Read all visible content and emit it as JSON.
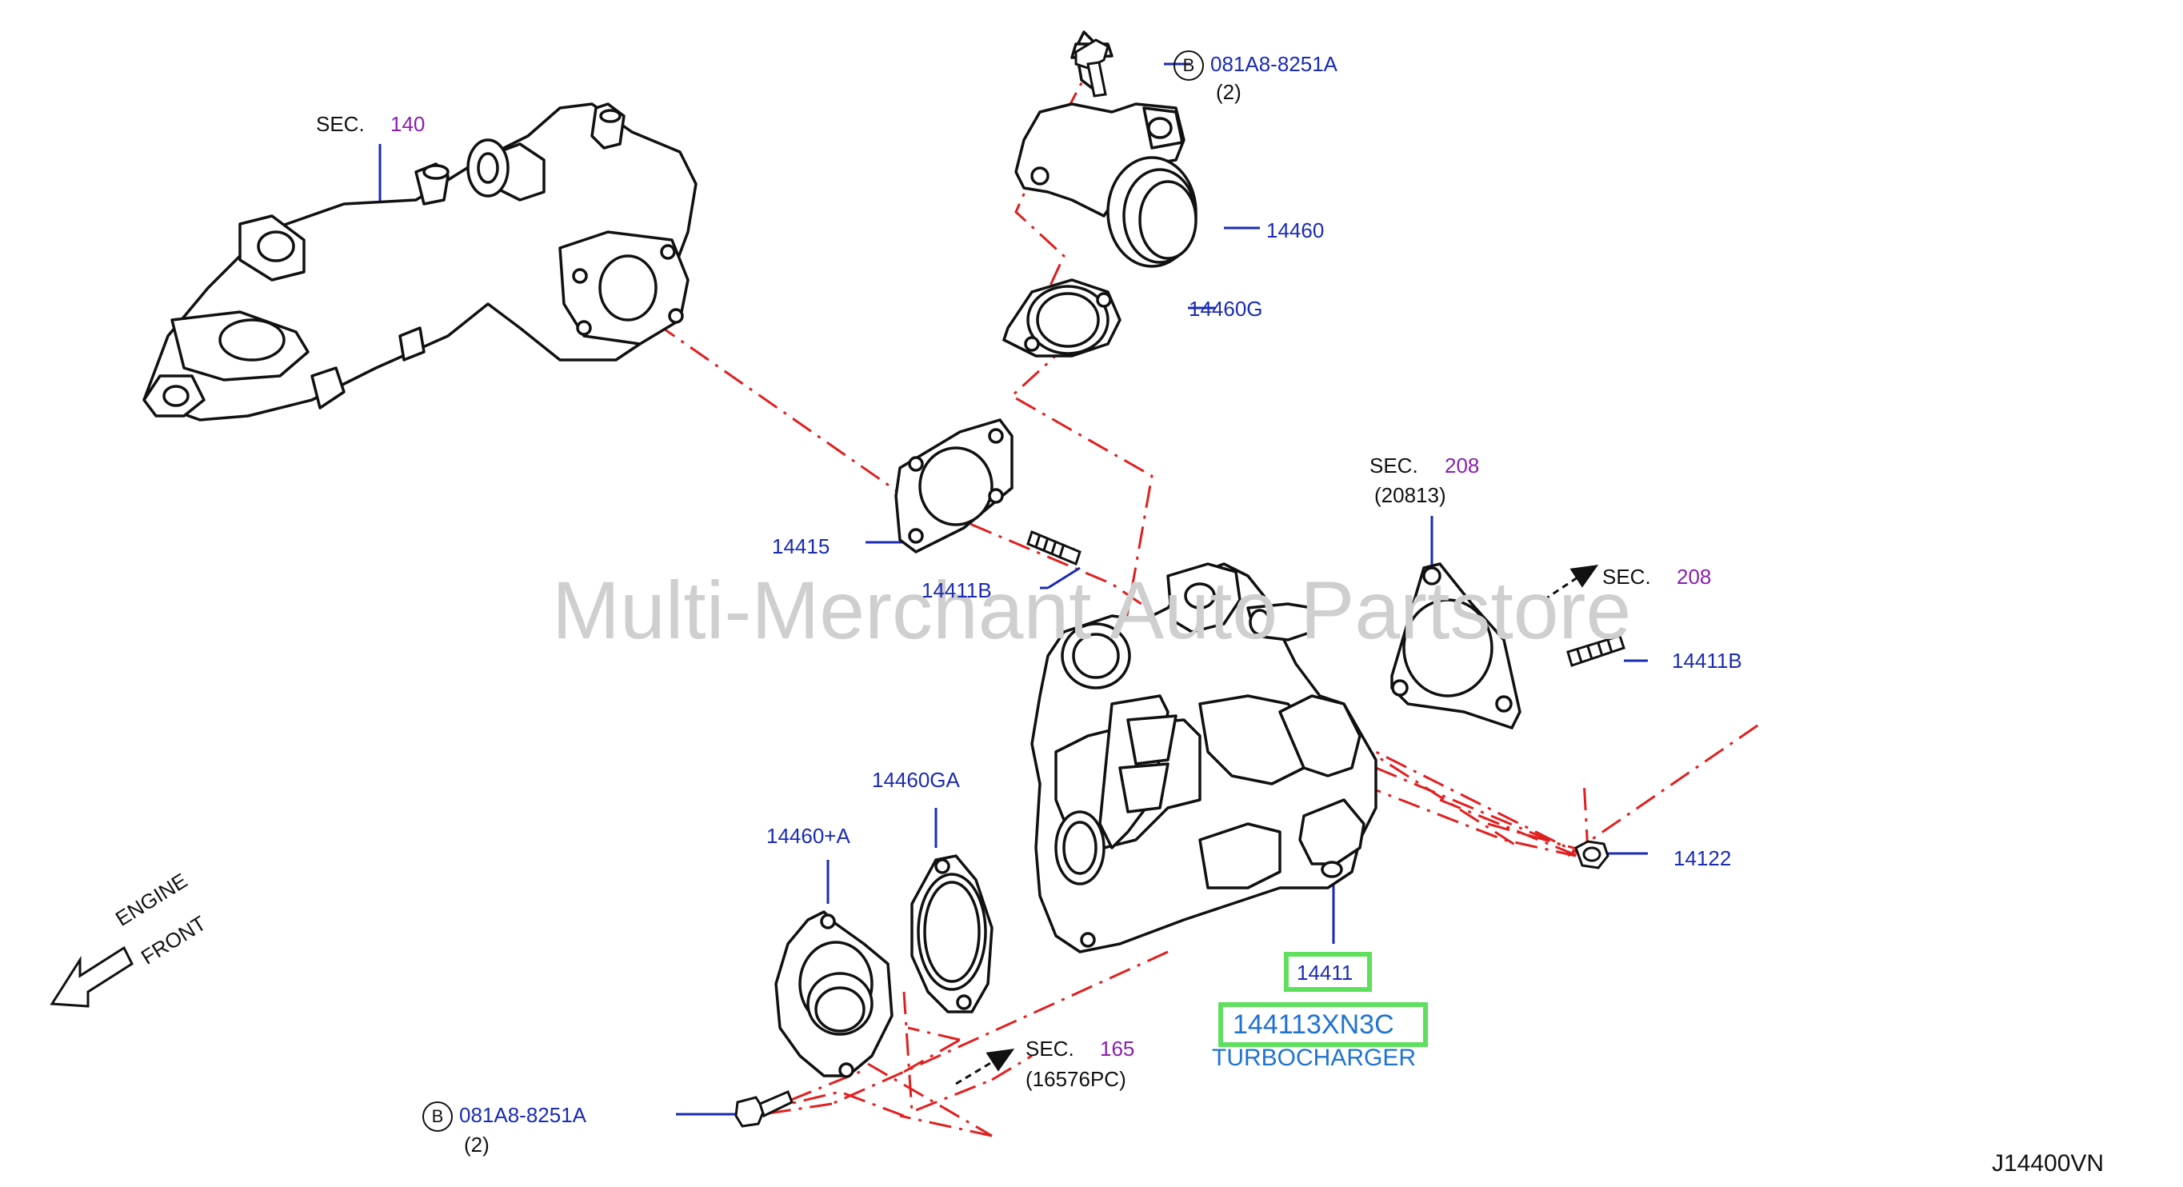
{
  "watermark": "Multi-Merchant Auto Partstore",
  "diagram_code": "J14400VN",
  "engine_front": [
    "ENGINE",
    "FRONT"
  ],
  "sec_prefix": "SEC.",
  "sections": {
    "top_left": {
      "num": "140"
    },
    "right_upper": {
      "num": "208",
      "sub": "(20813)"
    },
    "right_arrow": {
      "num": "208"
    },
    "bottom": {
      "num": "165",
      "sub": "(16576PC)"
    }
  },
  "bolt_refs": {
    "top": {
      "badge": "B",
      "part": "081A8-8251A",
      "qty": "(2)"
    },
    "bottom": {
      "badge": "B",
      "part": "081A8-8251A",
      "qty": "(2)"
    }
  },
  "parts": {
    "p14460": "14460",
    "p14460G": "14460G",
    "p14415": "14415",
    "p14411B_left": "14411B",
    "p14411B_right": "14411B",
    "p14122": "14122",
    "p14460GA": "14460GA",
    "p14460A": "14460+A",
    "p14411": "14411"
  },
  "highlight": {
    "part_number": "144113XN3C",
    "description": "TURBOCHARGER"
  },
  "colors": {
    "part_label": "#1a2bb5",
    "section_number": "#8a1fb0",
    "highlight_border": "#5ee05e",
    "highlight_text": "#1f73d1",
    "centerline": "#e02020"
  }
}
